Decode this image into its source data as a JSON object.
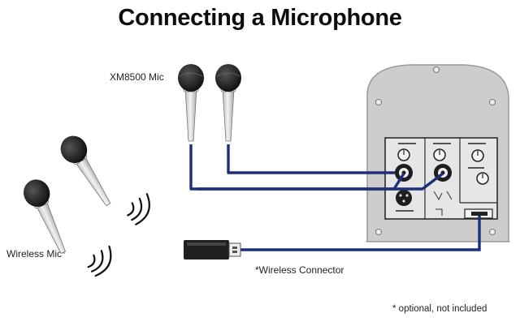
{
  "title": "Connecting a Microphone",
  "labels": {
    "xm8500_mic": "XM8500 Mic",
    "wireless_mic": "Wireless Mic*",
    "wireless_connector": "*Wireless Connector",
    "optional_note": "* optional, not included"
  },
  "colors": {
    "cable": "#1e2f7a",
    "speaker_body": "#cfcfcf",
    "speaker_edge": "#9a9a9a",
    "panel": "#e4e4e4",
    "mic_head": "#1a1a1a",
    "mic_handle": "#d9d9d9"
  },
  "icons": [
    "microphone-icon",
    "wireless-microphone-icon",
    "usb-dongle-icon",
    "xlr-jack-icon",
    "knob-icon",
    "signal-waves-icon"
  ]
}
